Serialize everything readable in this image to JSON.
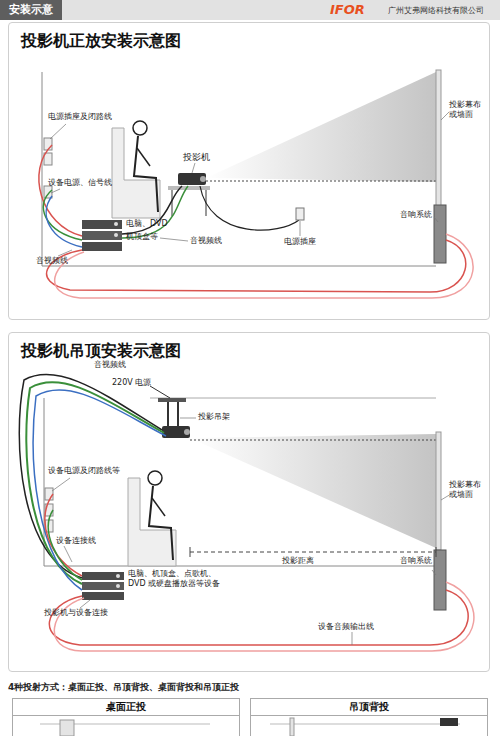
{
  "diagram": {
    "nodes": [
      {
        "text": [
          "安装示意",
          "IFOR",
          "广州艾弗网络科技有限公司"
        ]
      },
      {
        "text": [
          "投影机正放安装示意图"
        ]
      },
      {
        "text": [
          "投影机吊顶安装示意图"
        ]
      },
      {
        "text": [
          "桌面正投"
        ]
      },
      {
        "text": [
          "吊顶背投"
        ]
      }
    ],
    "labels": [
      "电源插座及闭路线",
      "设备电源、信号线",
      "投影机",
      "电脑、DVD",
      "机顶盒等",
      "音视频线",
      "音视频线",
      "电源插座",
      "投影幕布 或墙面",
      "音响系统",
      "音视频线",
      "220V 电源",
      "投影吊架",
      "设备电源及闭路线等",
      "设备连接线",
      "投影幕布 或墙面",
      "投影距离",
      "电脑、机顶盒、点歌机、 DVD 或硬盘播放器等设备",
      "音响系统",
      "投影机与设备连接",
      "设备音频输出线",
      "4种投射方式：桌面正投、吊顶背投、桌面背投和吊顶正投"
    ]
  }
}
